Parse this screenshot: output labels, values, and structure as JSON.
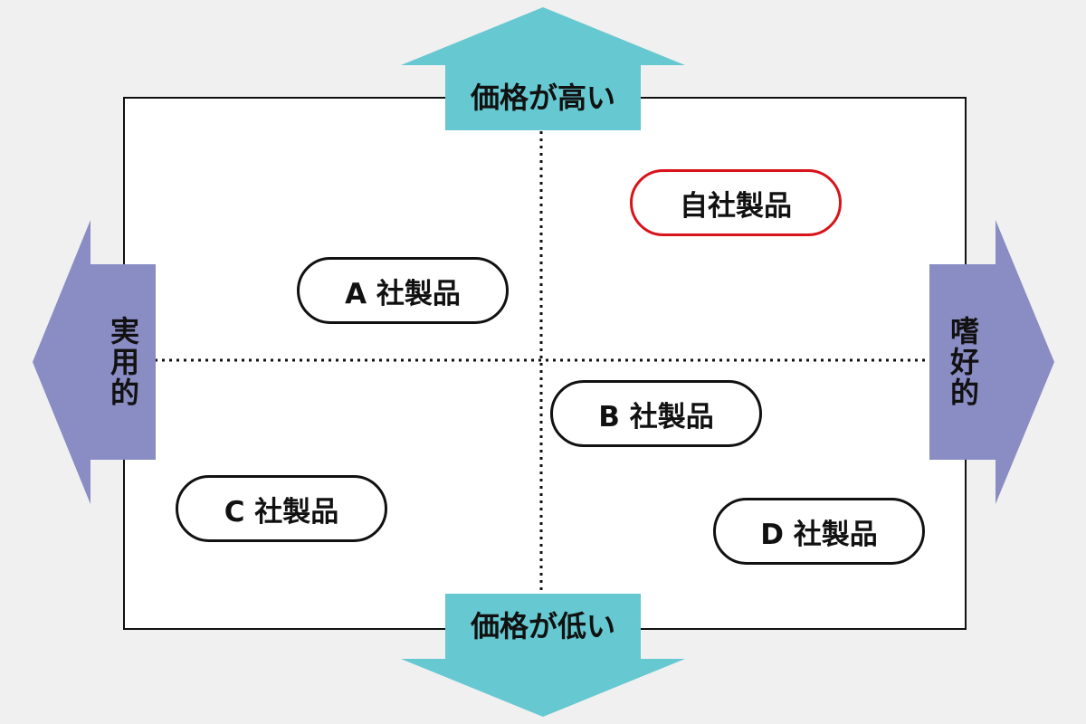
{
  "colors": {
    "vertical_arrow": "#66c8d0",
    "horizontal_arrow": "#8a8cc4",
    "own_product_border": "#d8141b",
    "border": "#111111",
    "background": "#f0f0f0"
  },
  "axes": {
    "top_label": "価格が高い",
    "bottom_label": "価格が低い",
    "left_label": "実用的",
    "right_label": "嗜好的"
  },
  "products": [
    {
      "label": "自社製品",
      "highlight": true
    },
    {
      "label": "A 社製品",
      "highlight": false
    },
    {
      "label": "B 社製品",
      "highlight": false
    },
    {
      "label": "C 社製品",
      "highlight": false
    },
    {
      "label": "D 社製品",
      "highlight": false
    }
  ]
}
